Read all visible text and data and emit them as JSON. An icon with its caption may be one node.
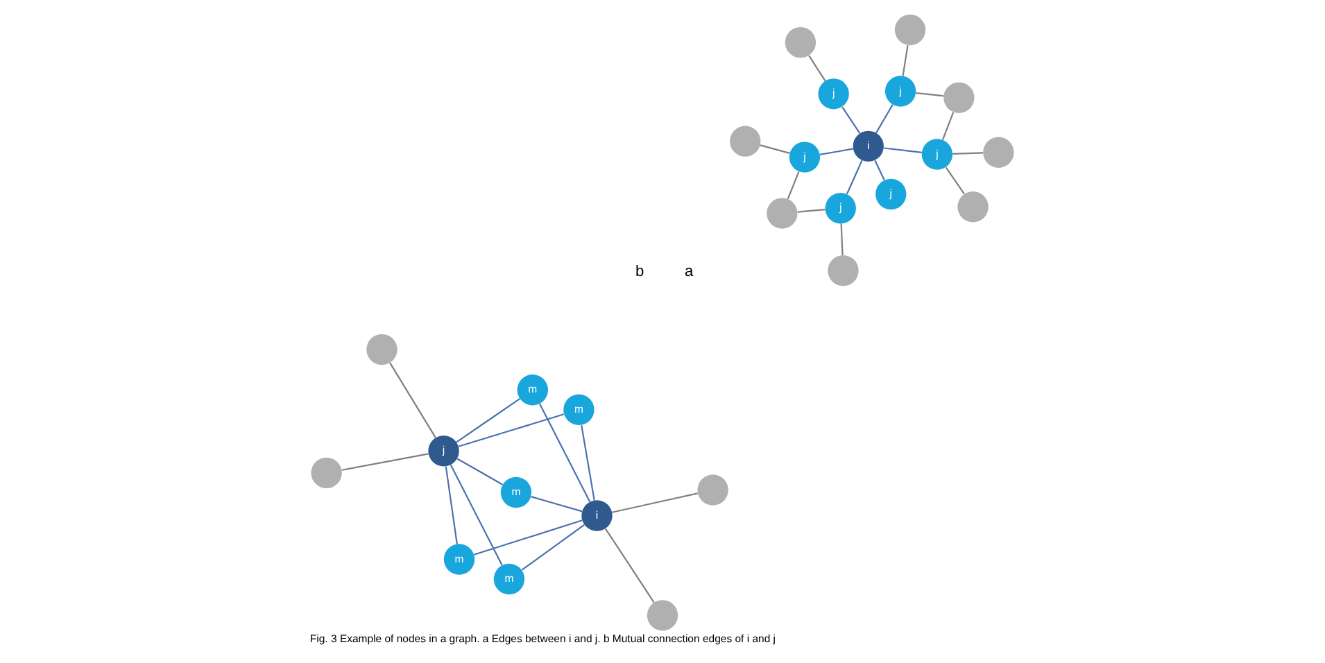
{
  "diagram": {
    "caption": "Fig. 3 Example of nodes in a graph. a Edges between i and j. b Mutual connection edges of i and j",
    "nodes": [
      {
        "text": [],
        "shape": "circle"
      },
      {
        "text": [],
        "shape": "circle"
      },
      {
        "text": [
          "j"
        ]
      },
      {
        "text": [
          "j"
        ]
      },
      {
        "text": [],
        "shape": "circle"
      },
      {
        "text": [],
        "shape": "circle"
      },
      {
        "text": [
          "j"
        ]
      },
      {
        "text": [
          "i"
        ]
      },
      {
        "text": [
          "j"
        ]
      },
      {
        "text": [
          "j"
        ]
      },
      {
        "text": [],
        "shape": "circle"
      },
      {
        "text": [
          "j"
        ]
      },
      {
        "text": [],
        "shape": "circle"
      },
      {
        "text": [],
        "shape": "circle"
      },
      {
        "text": [],
        "shape": "circle"
      },
      {
        "text": [
          "m"
        ]
      },
      {
        "text": [
          "m"
        ]
      },
      {
        "text": [],
        "shape": "circle"
      },
      {
        "text": [],
        "shape": "circle"
      },
      {
        "text": [
          "i"
        ]
      },
      {
        "text": [
          "m"
        ]
      },
      {
        "text": [
          "j"
        ]
      },
      {
        "text": [],
        "shape": "circle"
      },
      {
        "text": [],
        "shape": "circle"
      },
      {
        "text": [
          "m"
        ]
      },
      {
        "text": [
          "m"
        ]
      }
    ],
    "edges": [
      {
        "from": 2,
        "to": 1,
        "arrow": "none",
        "color": "#808080"
      },
      {
        "from": 2,
        "to": 0,
        "arrow": "none",
        "color": "#808080"
      },
      {
        "from": 0,
        "to": 3,
        "arrow": "none",
        "color": "#808080"
      },
      {
        "from": 3,
        "to": 5,
        "arrow": "none",
        "color": "#808080"
      },
      {
        "from": 6,
        "to": 4,
        "arrow": "none",
        "color": "#808080"
      },
      {
        "from": 7,
        "to": 2,
        "arrow": "none"
      },
      {
        "from": 7,
        "to": 3,
        "arrow": "none"
      },
      {
        "from": 7,
        "to": 6,
        "arrow": "none"
      },
      {
        "from": 7,
        "to": 8,
        "arrow": "none"
      },
      {
        "from": 7,
        "to": 9,
        "arrow": "none"
      },
      {
        "from": 7,
        "to": 11,
        "arrow": "none"
      },
      {
        "from": 9,
        "to": 10,
        "arrow": "none",
        "color": "#808080"
      },
      {
        "from": 9,
        "to": 13,
        "arrow": "none",
        "color": "#808080"
      },
      {
        "from": 9,
        "to": 12,
        "arrow": "none",
        "color": "#808080"
      },
      {
        "from": 12,
        "to": 11,
        "arrow": "none",
        "color": "#808080"
      },
      {
        "from": 11,
        "to": 14,
        "arrow": "none",
        "color": "#808080"
      },
      {
        "from": 19,
        "to": 17,
        "arrow": "none",
        "color": "#808080"
      },
      {
        "from": 19,
        "to": 22,
        "arrow": "none",
        "color": "#808080"
      },
      {
        "from": 21,
        "to": 18,
        "arrow": "none",
        "color": "#808080"
      },
      {
        "from": 21,
        "to": 23,
        "arrow": "none",
        "color": "#808080"
      },
      {
        "from": 19,
        "to": 15,
        "arrow": "none"
      },
      {
        "from": 19,
        "to": 16,
        "arrow": "none"
      },
      {
        "from": 19,
        "to": 20,
        "arrow": "none"
      },
      {
        "from": 19,
        "to": 24,
        "arrow": "none"
      },
      {
        "from": 19,
        "to": 25,
        "arrow": "none"
      },
      {
        "from": 15,
        "to": 21,
        "arrow": "none"
      },
      {
        "from": 16,
        "to": 21,
        "arrow": "none"
      },
      {
        "from": 20,
        "to": 21,
        "arrow": "none"
      },
      {
        "from": 24,
        "to": 21,
        "arrow": "none"
      },
      {
        "from": 25,
        "to": 21,
        "arrow": "none"
      }
    ],
    "labels": [
      "a",
      "b"
    ]
  }
}
